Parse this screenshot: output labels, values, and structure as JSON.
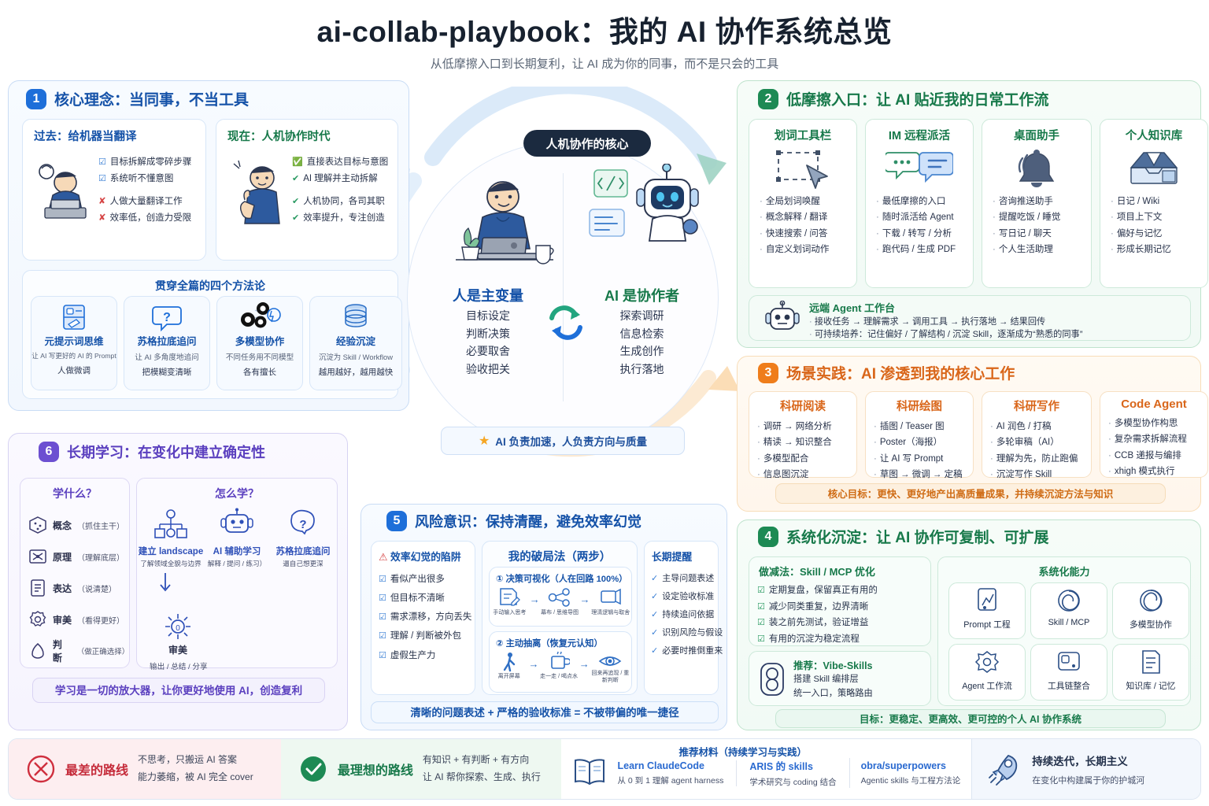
{
  "header": {
    "title": "ai-collab-playbook：我的 AI 协作系统总览",
    "subtitle": "从低摩擦入口到长期复利，让 AI 成为你的同事，而不是只会的工具"
  },
  "section1": {
    "num": "1",
    "title": "核心理念：当同事，不当工具",
    "past": {
      "title": "过去：给机器当翻译",
      "items": [
        {
          "mark": "☑",
          "type": "check",
          "text": "目标拆解成零碎步骤"
        },
        {
          "mark": "☑",
          "type": "check",
          "text": "系统听不懂意图"
        },
        {
          "mark": "✘",
          "type": "cross",
          "text": "人做大量翻译工作"
        },
        {
          "mark": "✘",
          "type": "cross",
          "text": "效率低，创造力受限"
        }
      ]
    },
    "now": {
      "title": "现在：人机协作时代",
      "items": [
        {
          "mark": "✔",
          "type": "ok",
          "text": "直接表达目标与意图"
        },
        {
          "mark": "✔",
          "type": "ok",
          "text": "AI 理解并主动拆解"
        },
        {
          "mark": "✔",
          "type": "ok",
          "text": "人机协同，各司其职"
        },
        {
          "mark": "✔",
          "type": "ok",
          "text": "效率提升，专注创造"
        }
      ]
    },
    "methods_title": "贯穿全篇的四个方法论",
    "methods": [
      {
        "icon": "prompt-card-icon",
        "name": "元提示词思维",
        "l1": "让 AI 写更好的 AI 的 Prompt",
        "l2": "人做微调"
      },
      {
        "icon": "question-bubble-icon",
        "name": "苏格拉底追问",
        "l1": "让 AI 多角度地追问",
        "l2": "把模糊变清晰"
      },
      {
        "icon": "multi-model-icon",
        "name": "多模型协作",
        "l1": "不同任务用不同模型",
        "l2": "各有擅长"
      },
      {
        "icon": "database-icon",
        "name": "经验沉淀",
        "l1": "沉淀为 Skill / Workflow",
        "l2": "越用越好，越用越快"
      }
    ]
  },
  "center": {
    "pill": "人机协作的核心",
    "human": {
      "title": "人是主变量",
      "items": [
        "目标设定",
        "判断决策",
        "必要取舍",
        "验收把关"
      ]
    },
    "ai": {
      "title": "AI 是协作者",
      "items": [
        "探索调研",
        "信息检索",
        "生成创作",
        "执行落地"
      ]
    },
    "star_text": "AI 负责加速，人负责方向与质量"
  },
  "section2": {
    "num": "2",
    "title": "低摩擦入口：让 AI 贴近我的日常工作流",
    "cards": [
      {
        "title": "划词工具栏",
        "icon": "selection-cursor-icon",
        "items": [
          "全局划词唤醒",
          "概念解释 / 翻译",
          "快速搜索 / 问答",
          "自定义划词动作"
        ]
      },
      {
        "title": "IM 远程派活",
        "icon": "chat-bubbles-icon",
        "items": [
          "最低摩擦的入口",
          "随时派活给 Agent",
          "下载 / 转写 / 分析",
          "跑代码 / 生成 PDF"
        ]
      },
      {
        "title": "桌面助手",
        "icon": "bell-icon",
        "items": [
          "咨询推送助手",
          "提醒吃饭 / 睡觉",
          "写日记 / 聊天",
          "个人生活助理"
        ]
      },
      {
        "title": "个人知识库",
        "icon": "inbox-icon",
        "items": [
          "日记 / Wiki",
          "项目上下文",
          "偏好与记忆",
          "形成长期记忆"
        ]
      }
    ],
    "agent": {
      "icon": "robot-head-icon",
      "title": "远端 Agent 工作台",
      "line1": "接收任务 → 理解需求 → 调用工具 → 执行落地 → 结果回传",
      "line2": "可持续培养：记住偏好 / 了解结构 / 沉淀 Skill，逐渐成为“熟悉的同事”"
    }
  },
  "section3": {
    "num": "3",
    "title": "场景实践：AI 渗透到我的核心工作",
    "cards": [
      {
        "title": "科研阅读",
        "items": [
          "调研 → 网络分析",
          "精读 → 知识整合",
          "多模型配合",
          "信息图沉淀"
        ]
      },
      {
        "title": "科研绘图",
        "items": [
          "插图 / Teaser 图",
          "Poster（海报）",
          "让 AI 写 Prompt",
          "草图 → 微调 → 定稿"
        ]
      },
      {
        "title": "科研写作",
        "items": [
          "AI 润色 / 打稿",
          "多轮审稿（AI）",
          "理解为先，防止跑偏",
          "沉淀写作 Skill"
        ]
      },
      {
        "title": "Code Agent",
        "items": [
          "多模型协作构思",
          "复杂需求拆解流程",
          "CCB 递报与编排",
          "xhigh 模式执行"
        ]
      }
    ],
    "banner": "核心目标：更快、更好地产出高质量成果，并持续沉淀方法与知识"
  },
  "section4": {
    "num": "4",
    "title": "系统化沉淀：让 AI 协作可复制、可扩展",
    "subtract": {
      "title": "做减法：Skill / MCP 优化",
      "items": [
        "定期复盘，保留真正有用的",
        "减少同类重复，边界清晰",
        "装之前先测试，验证增益",
        "有用的沉淀为稳定流程"
      ]
    },
    "recommend": {
      "icon": "vibe-skills-icon",
      "title": "推荐：Vibe-Skills",
      "l1": "搭建 Skill 编排层",
      "l2": "统一入口，策略路由"
    },
    "cap_title": "系统化能力",
    "caps": [
      {
        "icon": "prompt-chart-icon",
        "label": "Prompt 工程"
      },
      {
        "icon": "skill-mcp-icon",
        "label": "Skill / MCP"
      },
      {
        "icon": "multi-model-icon",
        "label": "多模型协作"
      },
      {
        "icon": "agent-flow-icon",
        "label": "Agent 工作流"
      },
      {
        "icon": "tool-chain-icon",
        "label": "工具链整合"
      },
      {
        "icon": "knowledge-icon",
        "label": "知识库 / 记忆"
      }
    ],
    "banner": "目标：更稳定、更高效、更可控的个人 AI 协作系统"
  },
  "section5": {
    "num": "5",
    "title": "风险意识：保持清醒，避免效率幻觉",
    "trap": {
      "title": "效率幻觉的陷阱",
      "items": [
        "看似产出很多",
        "但目标不清晰",
        "需求漂移，方向丢失",
        "理解 / 判断被外包",
        "虚假生产力"
      ]
    },
    "solution": {
      "title": "我的破局法（两步）",
      "step1": {
        "label": "① 决策可视化（人在回路 100%）",
        "flow": [
          {
            "icon": "note-edit-icon",
            "cap": "手动输入思考"
          },
          {
            "icon": "mindmap-icon",
            "cap": "幕布 / 思维导图"
          },
          {
            "icon": "present-icon",
            "cap": "理清逻辑与取舍"
          }
        ]
      },
      "step2": {
        "label": "② 主动抽离（恢复元认知）",
        "flow": [
          {
            "icon": "walk-icon",
            "cap": "离开屏幕"
          },
          {
            "icon": "cup-icon",
            "cap": "走一走 / 喝点水"
          },
          {
            "icon": "eye-icon",
            "cap": "回来再追现 / 重新判断"
          }
        ]
      }
    },
    "remind": {
      "title": "长期提醒",
      "items": [
        "主导问题表述",
        "设定验收标准",
        "持续追问依据",
        "识别风险与假设",
        "必要时推倒重来"
      ]
    },
    "banner": "清晰的问题表述 + 严格的验收标准 = 不被带偏的唯一捷径"
  },
  "section6": {
    "num": "6",
    "title": "长期学习：在变化中建立确定性",
    "what": {
      "title": "学什么？",
      "items": [
        {
          "icon": "cube-icon",
          "name": "概念",
          "note": "（抓住主干）"
        },
        {
          "icon": "atom-icon",
          "name": "原理",
          "note": "（理解底层）"
        },
        {
          "icon": "clipboard-icon",
          "name": "表达",
          "note": "（说清楚）"
        },
        {
          "icon": "badge-icon",
          "name": "审美",
          "note": "（看得更好）"
        },
        {
          "icon": "judge-icon",
          "name": "判断",
          "note": "（做正确选择）"
        }
      ]
    },
    "how": {
      "title": "怎么学？",
      "steps": [
        {
          "icon": "hierarchy-icon",
          "name": "建立 landscape",
          "note": "了解领域全貌与边界"
        },
        {
          "icon": "robot-icon",
          "name": "AI 辅助学习",
          "note": "解释 / 提问 / 练习）"
        },
        {
          "icon": "question-icon",
          "name": "苏格拉底追问",
          "note": "逼自己想更深"
        }
      ],
      "final": {
        "icon": "sun-icon",
        "name": "审美",
        "note": "输出 / 总结 / 分享"
      }
    },
    "banner": "学习是一切的放大器，让你更好地使用 AI，创造复利"
  },
  "footer": {
    "bad": {
      "icon": "x-circle-icon",
      "title": "最差的路线",
      "l1": "不思考，只搬运 AI 答案",
      "l2": "能力萎缩，被 AI 完全 cover"
    },
    "good": {
      "icon": "check-circle-icon",
      "title": "最理想的路线",
      "l1": "有知识 + 有判断 + 有方向",
      "l2": "让 AI 帮你探索、生成、执行"
    },
    "materials": {
      "title": "推荐材料（持续学习与实践）",
      "icon": "book-icon",
      "items": [
        {
          "name": "Learn ClaudeCode",
          "note": "从 0 到 1 理解 agent harness"
        },
        {
          "name": "ARIS 的 skills",
          "note": "学术研究与 coding 结合"
        },
        {
          "name": "obra/superpowers",
          "note": "Agentic skills 与工程方法论"
        }
      ]
    },
    "iterate": {
      "icon": "rocket-icon",
      "title": "持续迭代，长期主义",
      "note": "在变化中构建属于你的护城河"
    }
  },
  "colors": {
    "blue": "#1e6fd9",
    "green": "#1d8a54",
    "orange": "#ef7d1b",
    "purple": "#6c4fd1",
    "red": "#d64545",
    "dark": "#1b2a3f"
  }
}
